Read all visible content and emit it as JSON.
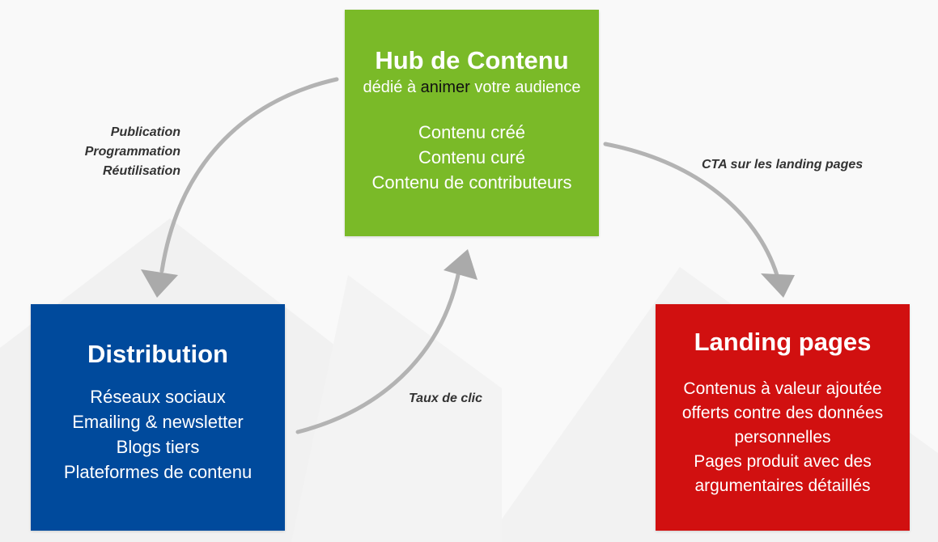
{
  "hub": {
    "title": "Hub de Contenu",
    "subtitle_pre": "dédié à ",
    "subtitle_highlight": "animer",
    "subtitle_post": " votre audience",
    "items": [
      "Contenu créé",
      "Contenu curé",
      "Contenu de contributeurs"
    ]
  },
  "distribution": {
    "title": "Distribution",
    "items": [
      "Réseaux sociaux",
      "Emailing & newsletter",
      "Blogs tiers",
      "Plateformes de contenu"
    ]
  },
  "landing": {
    "title": "Landing pages",
    "items": [
      "Contenus à valeur ajoutée",
      "offerts contre des données",
      "personnelles",
      "Pages produit avec des",
      "argumentaires détaillés"
    ]
  },
  "labels": {
    "hub_to_distribution": [
      "Publication",
      "Programmation",
      "Réutilisation"
    ],
    "hub_to_landing": "CTA sur les landing pages",
    "distribution_to_hub": "Taux de clic"
  },
  "colors": {
    "hub": "#7aba28",
    "distribution": "#004a9c",
    "landing": "#d11010",
    "arrow": "#b3b3b3"
  }
}
